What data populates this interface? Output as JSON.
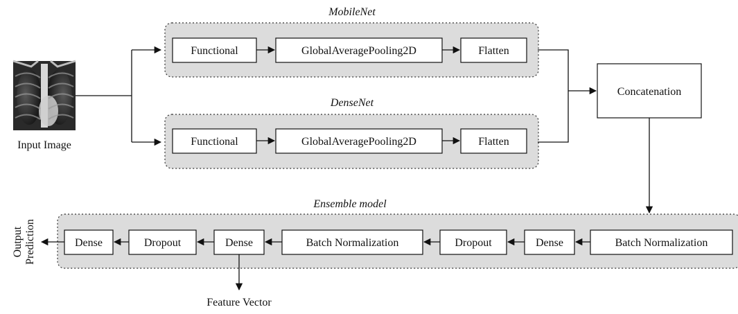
{
  "input": {
    "label": "Input Image"
  },
  "mobilenet": {
    "title": "MobileNet",
    "blocks": [
      "Functional",
      "GlobalAveragePooling2D",
      "Flatten"
    ]
  },
  "densenet": {
    "title": "DenseNet",
    "blocks": [
      "Functional",
      "GlobalAveragePooling2D",
      "Flatten"
    ]
  },
  "concat": {
    "label": "Concatenation"
  },
  "ensemble": {
    "title": "Ensemble model",
    "blocks": [
      "Dense",
      "Dropout",
      "Dense",
      "Batch Normalization",
      "Dropout",
      "Dense",
      "Batch Normalization"
    ]
  },
  "feature_vector": {
    "label": "Feature Vector"
  },
  "output": {
    "line1": "Output",
    "line2": "Prediction"
  }
}
